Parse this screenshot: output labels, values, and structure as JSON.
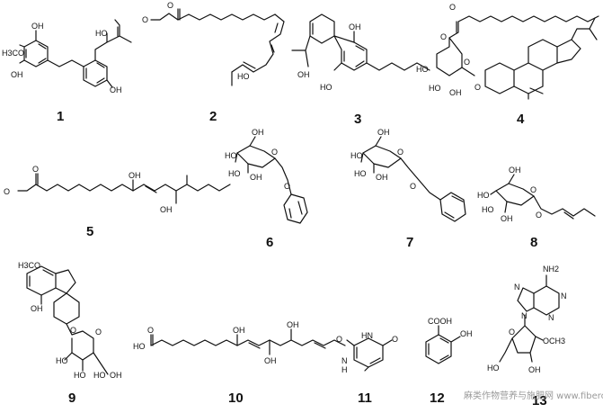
{
  "figure": {
    "compounds": [
      {
        "number": "1",
        "labels": [
          "OH",
          "H3CO",
          "OH",
          "HO",
          "OH"
        ]
      },
      {
        "number": "2",
        "labels": [
          "O",
          "O",
          "HO"
        ]
      },
      {
        "number": "3",
        "labels": [
          "OH",
          "HO",
          "OH"
        ]
      },
      {
        "number": "4",
        "labels": [
          "O",
          "O",
          "HO",
          "HO",
          "OH",
          "O",
          "O"
        ]
      },
      {
        "number": "5",
        "labels": [
          "O",
          "O",
          "OH",
          "OH"
        ]
      },
      {
        "number": "6",
        "labels": [
          "OH",
          "HO",
          "HO",
          "OH",
          "O",
          "O"
        ]
      },
      {
        "number": "7",
        "labels": [
          "OH",
          "HO",
          "HO",
          "OH",
          "O",
          "O"
        ]
      },
      {
        "number": "8",
        "labels": [
          "OH",
          "HO",
          "HO",
          "OH",
          "O",
          "O"
        ]
      },
      {
        "number": "9",
        "labels": [
          "H3CO",
          "OH",
          "O",
          "O",
          "HO",
          "HO",
          "HO",
          "OH"
        ]
      },
      {
        "number": "10",
        "labels": [
          "O",
          "HO",
          "OH",
          "OH"
        ]
      },
      {
        "number": "11",
        "labels": [
          "O",
          "HN",
          "O",
          "N",
          "H"
        ]
      },
      {
        "number": "12",
        "labels": [
          "COOH",
          "OH"
        ]
      },
      {
        "number": "13",
        "labels": [
          "NH2",
          "N",
          "N",
          "N",
          "N",
          "O",
          "OCH3",
          "HO",
          "OH"
        ]
      }
    ]
  },
  "watermark": "麻类作物营养与施肥网 www.fibercrops.cn"
}
